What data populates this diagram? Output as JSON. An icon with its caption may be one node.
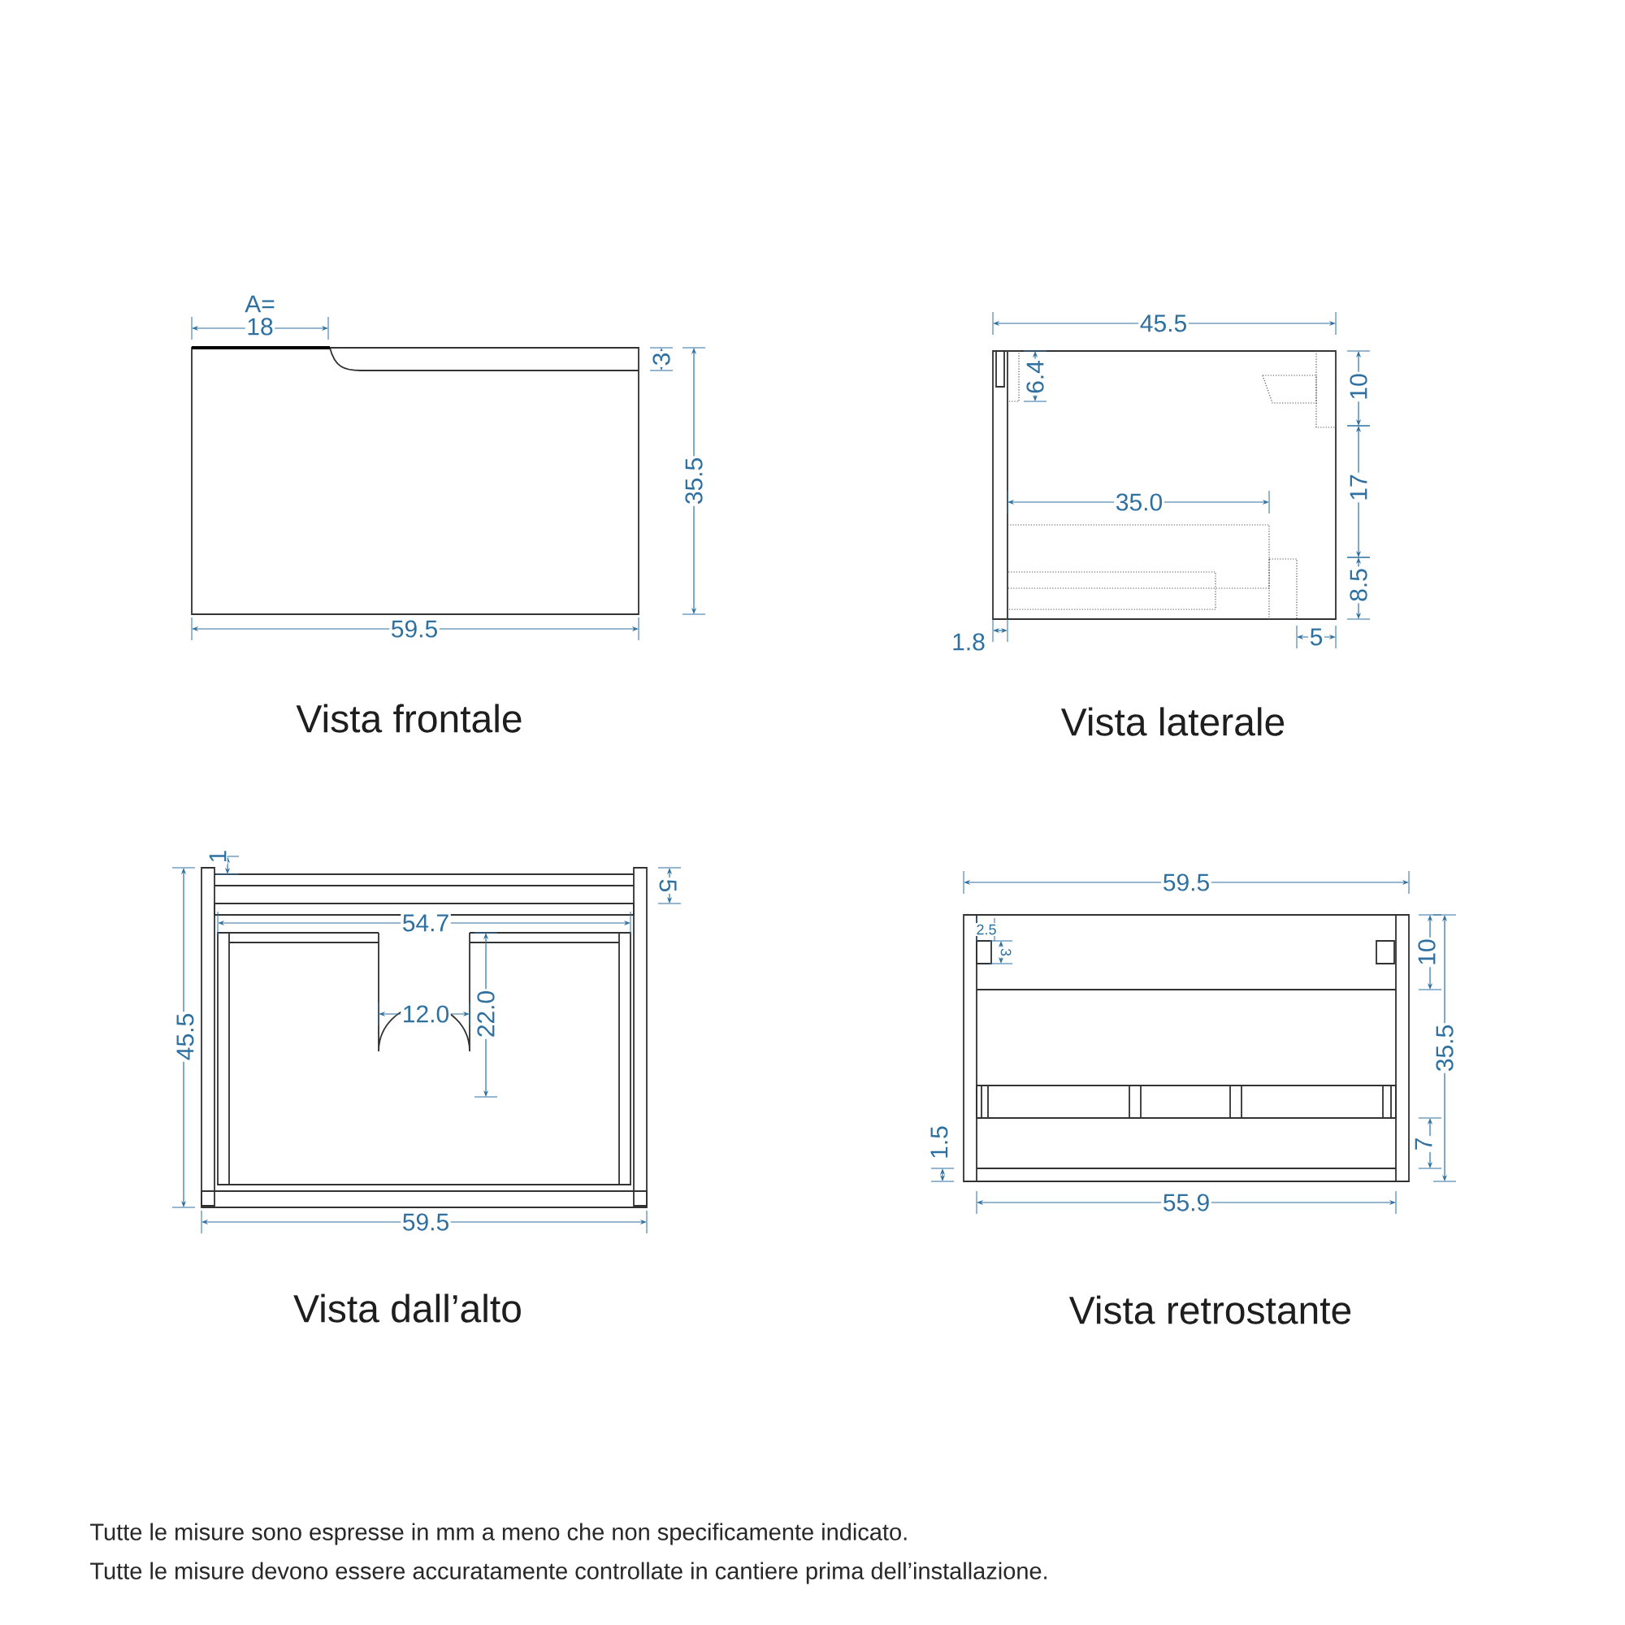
{
  "diagram": {
    "labels": [
      "A=",
      "18",
      "3",
      "35.5",
      "59.5",
      "45.5",
      "6.4",
      "10",
      "35.0",
      "17",
      "8.5",
      "1.8",
      "5",
      "1",
      "5",
      "54.7",
      "45.5",
      "12.0",
      "22.0",
      "59.5",
      "59.5",
      "2.5",
      "3",
      "10",
      "35.5",
      "1.5",
      "7",
      "55.9",
      "Vista frontale",
      "Vista laterale",
      "Vista dall’alto",
      "Vista retrostante",
      "Tutte le misure sono espresse in mm a meno che non specificamente indicato.",
      "Tutte le misure devono essere accuratamente controllate in cantiere prima dell’installazione."
    ]
  }
}
